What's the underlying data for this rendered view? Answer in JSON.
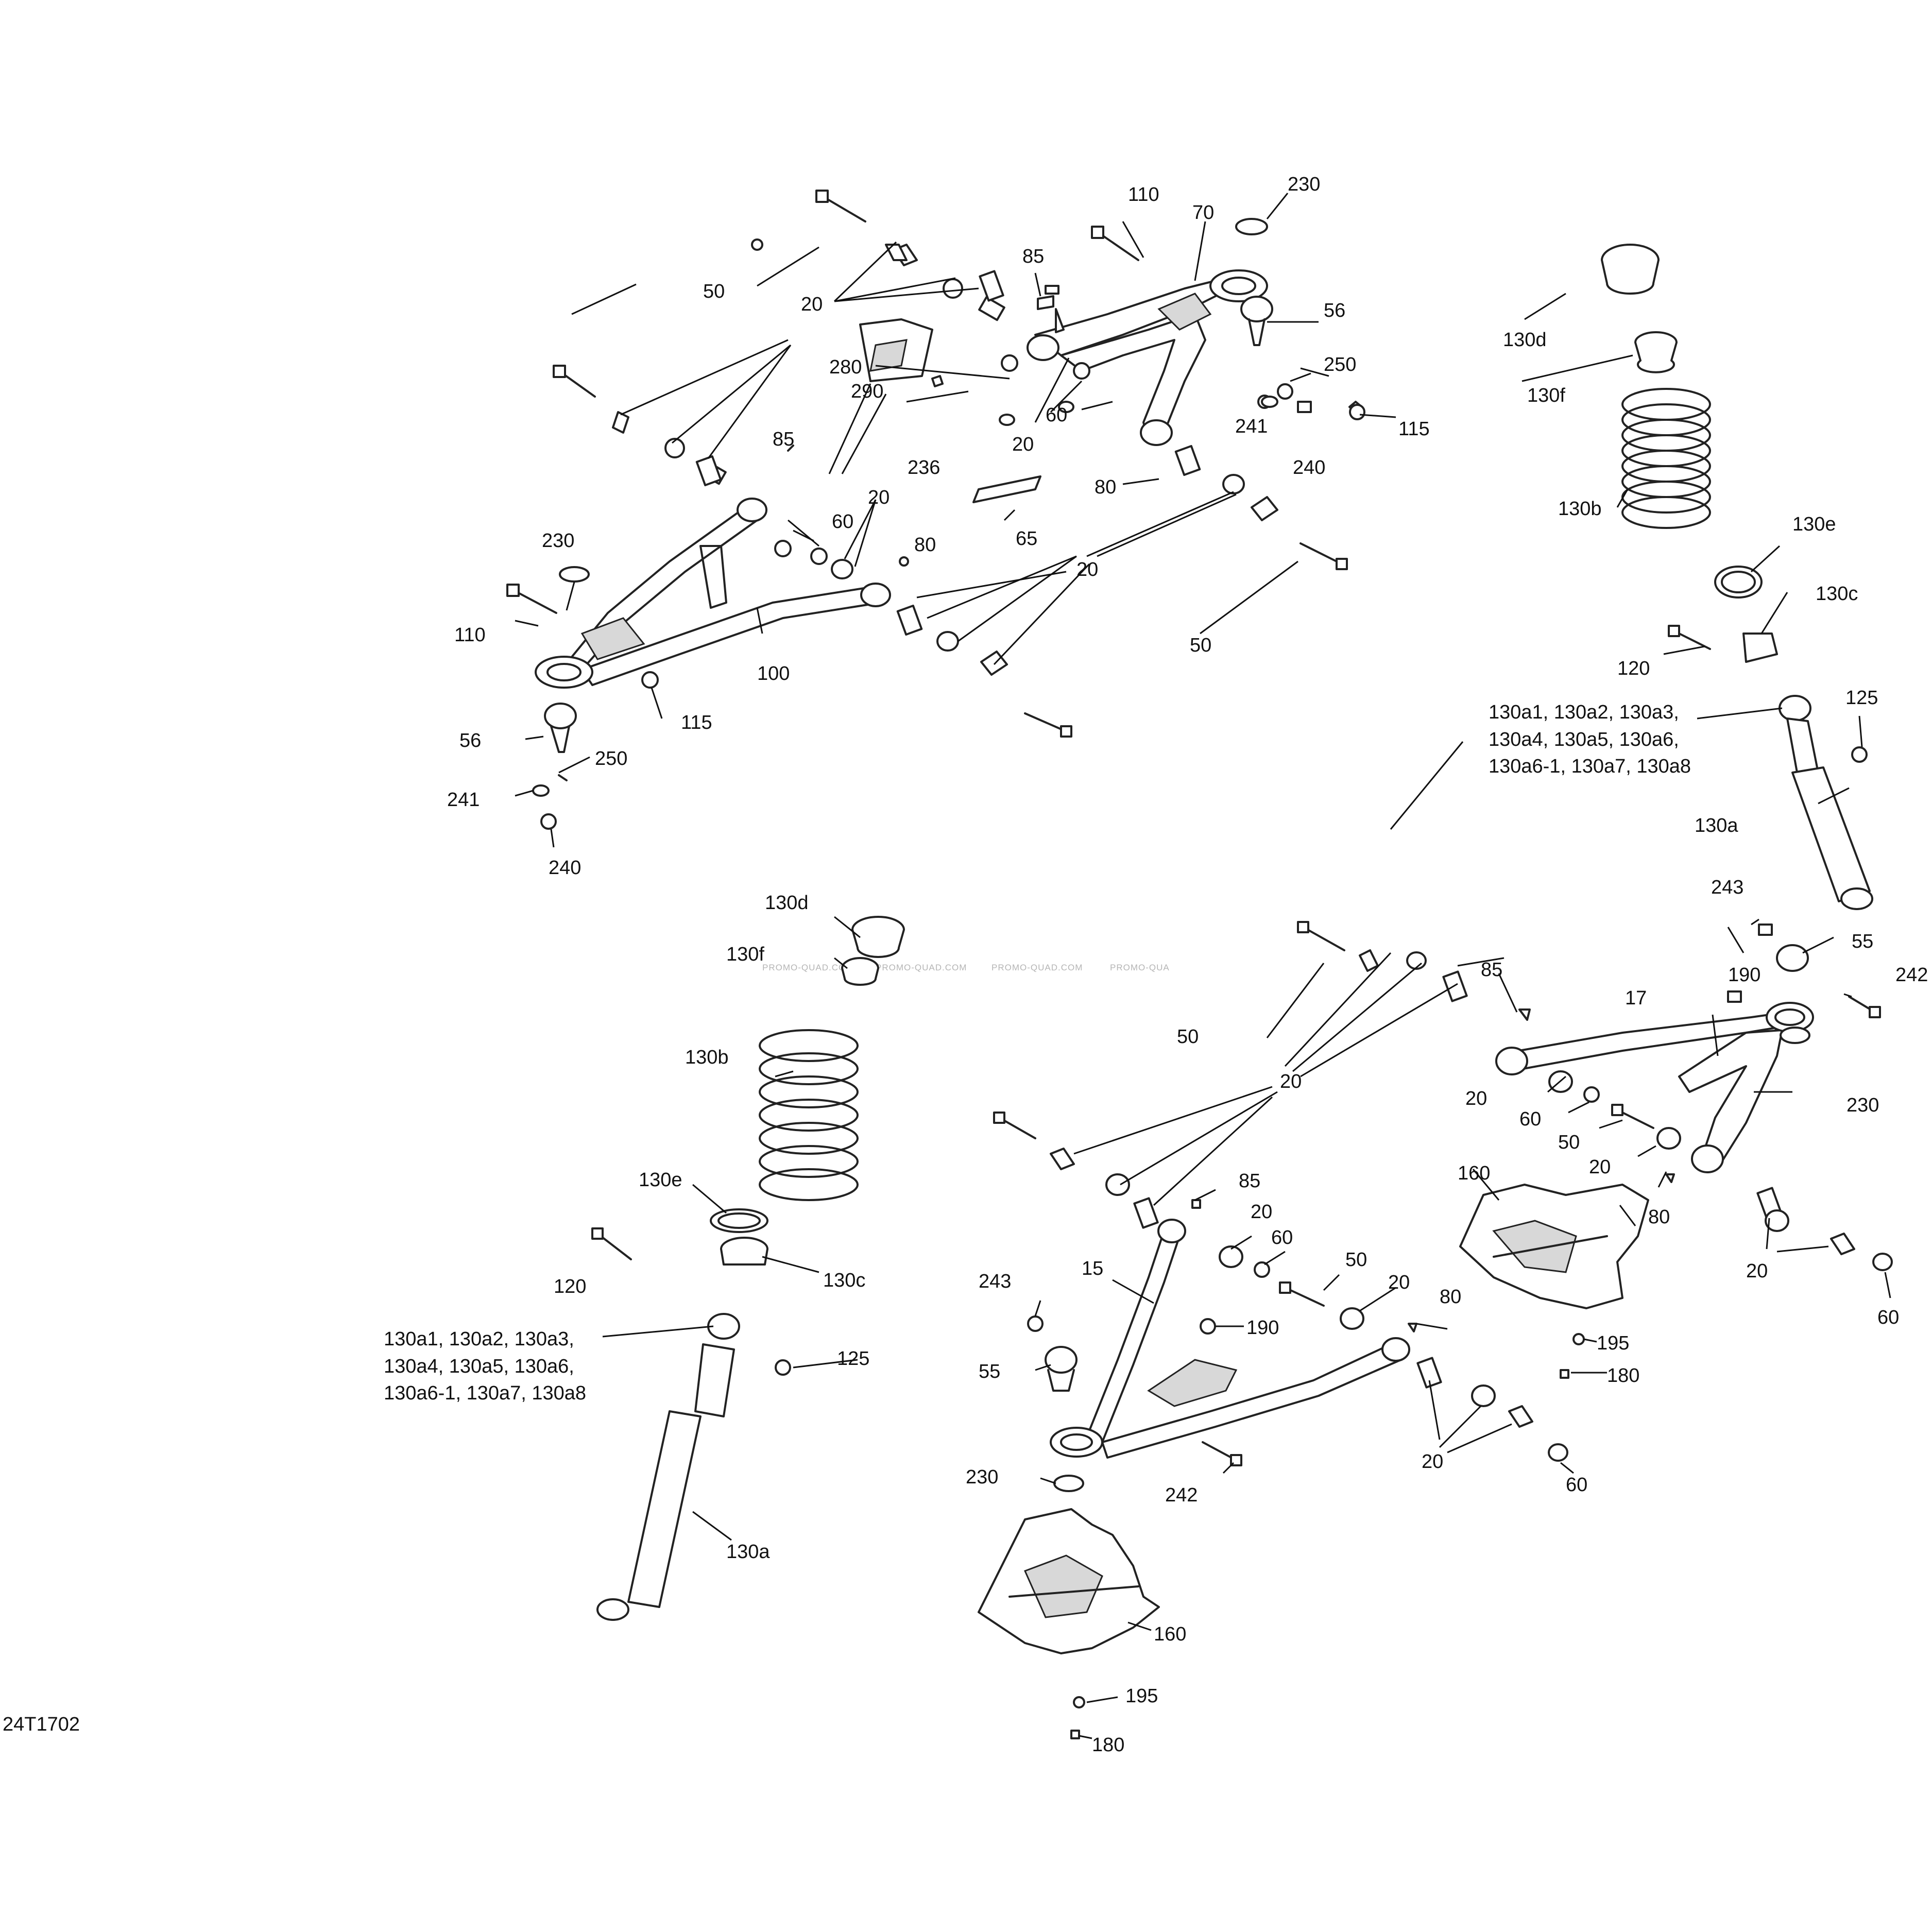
{
  "diagram_code": "24T1702",
  "watermarks": [
    "PROMO-QUAD.COM",
    "PROMO-QUAD.COM",
    "PROMO-QUAD.COM",
    "PROMO-QUA"
  ],
  "callouts": {
    "c50_a": "50",
    "c20_a": "20",
    "c110_a": "110",
    "c70": "70",
    "c230_a": "230",
    "c85_a": "85",
    "c56_a": "56",
    "c280": "280",
    "c290": "290",
    "c250_a": "250",
    "c20_b": "20",
    "c60_a": "60",
    "c241_a": "241",
    "c115_a": "115",
    "c240_a": "240",
    "c85_b": "85",
    "c236": "236",
    "c80_a": "80",
    "c20_c": "20",
    "c60_b": "60",
    "c65": "65",
    "c230_b": "230",
    "c80_b": "80",
    "c20_d": "20",
    "c110_b": "110",
    "c100": "100",
    "c50_b": "50",
    "c115_b": "115",
    "c56_b": "56",
    "c250_b": "250",
    "c241_b": "241",
    "c240_b": "240",
    "c130d_a": "130d",
    "c130f_a": "130f",
    "c130b_a": "130b",
    "c130e_a": "130e",
    "c130c_a": "130c",
    "c120_a": "120",
    "c125_a": "125",
    "c130a_a": "130a",
    "c130d_b": "130d",
    "c130f_b": "130f",
    "c130b_b": "130b",
    "c130e_b": "130e",
    "c120_b": "120",
    "c130c_b": "130c",
    "c125_b": "125",
    "c130a_b": "130a",
    "c243_a": "243",
    "c55_a": "55",
    "c242_a": "242",
    "c85_c": "85",
    "c190_a": "190",
    "c17": "17",
    "c50_c": "50",
    "c20_e": "20",
    "c60_c": "60",
    "c230_c": "230",
    "c50_d": "50",
    "c20_f": "20",
    "c20_g": "20",
    "c160_a": "160",
    "c80_c": "80",
    "c85_d": "85",
    "c20_h": "20",
    "c60_d": "60",
    "c15": "15",
    "c50_e": "50",
    "c243_b": "243",
    "c20_i": "20",
    "c80_d": "80",
    "c190_b": "190",
    "c195_a": "195",
    "c55_b": "55",
    "c180_a": "180",
    "c20_j": "20",
    "c60_e": "60",
    "c230_d": "230",
    "c242_b": "242",
    "c20_k": "20",
    "c60_f": "60",
    "c160_b": "160",
    "c195_b": "195",
    "c180_b": "180"
  },
  "shock_kit_labels": {
    "upper": [
      "130a1, 130a2, 130a3,",
      "130a4, 130a5, 130a6,",
      "130a6-1, 130a7, 130a8"
    ],
    "lower": [
      "130a1, 130a2, 130a3,",
      "130a4, 130a5, 130a6,",
      "130a6-1, 130a7, 130a8"
    ]
  }
}
